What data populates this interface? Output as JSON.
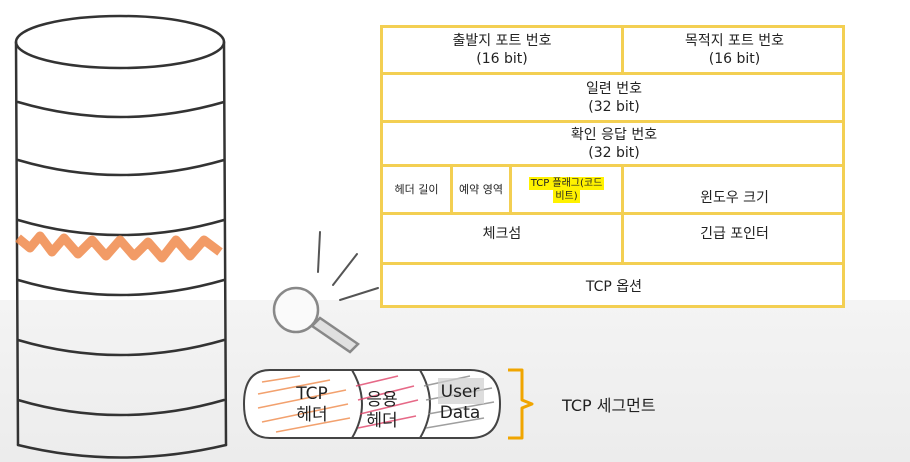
{
  "tcp_header": {
    "source_port": "출발지 포트 번호",
    "source_port_bits": "(16 bit)",
    "dest_port": "목적지 포트 번호",
    "dest_port_bits": "(16 bit)",
    "sequence": "일련 번호",
    "sequence_bits": "(32 bit)",
    "ack": "확인 응답 번호",
    "ack_bits": "(32 bit)",
    "header_length": "헤더 길이",
    "reserved": "예약 영역",
    "flags_line1": "TCP 플래그(코드",
    "flags_line2": "비트)",
    "window": "윈도우 크기",
    "checksum": "체크섬",
    "urgent": "긴급 포인터",
    "options": "TCP 옵션"
  },
  "segment": {
    "tcp_header_l1": "TCP",
    "tcp_header_l2": "헤더",
    "app_header_l1": "응용",
    "app_header_l2": "헤더",
    "user_data_l1": "User",
    "user_data_l2": "Data",
    "label": "TCP 세그먼트"
  },
  "colors": {
    "table_border": "#f3cf52",
    "flag_highlight": "#fff200",
    "highlight_layer": "#f08a4b",
    "brace": "#f0a500"
  }
}
